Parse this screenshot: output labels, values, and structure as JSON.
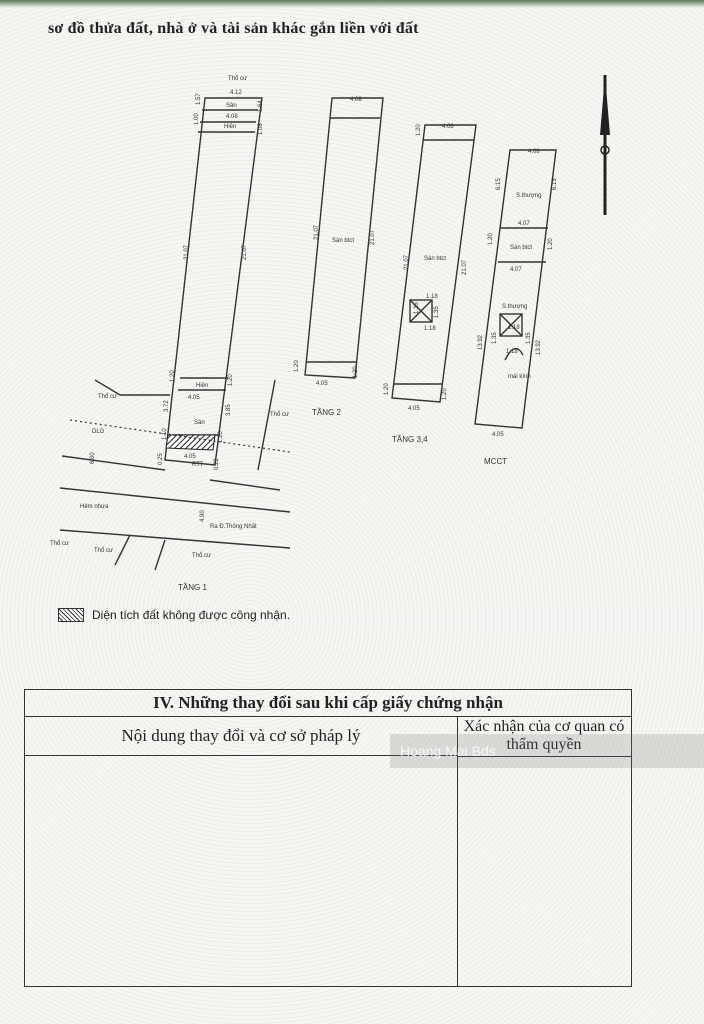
{
  "heading": "sơ đồ thửa đất, nhà ở và tài sản khác gắn liền với đất",
  "plan": {
    "floor1": {
      "title": "TẦNG 1",
      "dims": [
        "4.12",
        "4.08",
        "1.57",
        "1.64",
        "1.00",
        "1.08",
        "21.07",
        "21.07",
        "1.20",
        "1.20",
        "4.05",
        "3.72",
        "3.85",
        "1.10",
        "1.10",
        "4.05",
        "0.25",
        "0.22",
        "6.00",
        "4.90"
      ],
      "labels": [
        "Thổ cư",
        "Sân",
        "Hiên",
        "Hiên",
        "Sân",
        "RTT",
        "Thổ cư",
        "Thổ cư",
        "DLG",
        "Hẻm nhựa",
        "Ra Đ.Thống Nhất",
        "Thổ cư",
        "Thổ cư",
        "Thổ cư"
      ]
    },
    "floor2": {
      "title": "TẦNG 2",
      "dims": [
        "4.08",
        "21.07",
        "21.07",
        "1.20",
        "1.20",
        "4.05"
      ],
      "labels": [
        "Sàn btct"
      ]
    },
    "floor34": {
      "title": "TẦNG 3,4",
      "dims": [
        "4.08",
        "1.20",
        "21.07",
        "21.07",
        "1.18",
        "1.35",
        "1.35",
        "1.18",
        "1.20",
        "1.20",
        "4.05"
      ],
      "labels": [
        "Sàn btct"
      ]
    },
    "mcct": {
      "title": "MCCT",
      "dims": [
        "4.08",
        "6.15",
        "6.15",
        "4.07",
        "1.20",
        "1.20",
        "4.07",
        "1.18",
        "1.35",
        "1.35",
        "1.18",
        "13.92",
        "13.92",
        "4.05"
      ],
      "labels": [
        "S.thượng",
        "Sàn btct",
        "S.thượng",
        "mái kính"
      ]
    }
  },
  "legend": {
    "label": "Diện tích đất không được công nhận."
  },
  "table": {
    "title": "IV. Những thay đổi sau khi cấp giấy chứng nhận",
    "col1": "Nội dung thay đổi và cơ sở pháp lý",
    "col2": "Xác nhận của cơ quan có thẩm quyền"
  },
  "watermark": "Hoang Mai Bds"
}
